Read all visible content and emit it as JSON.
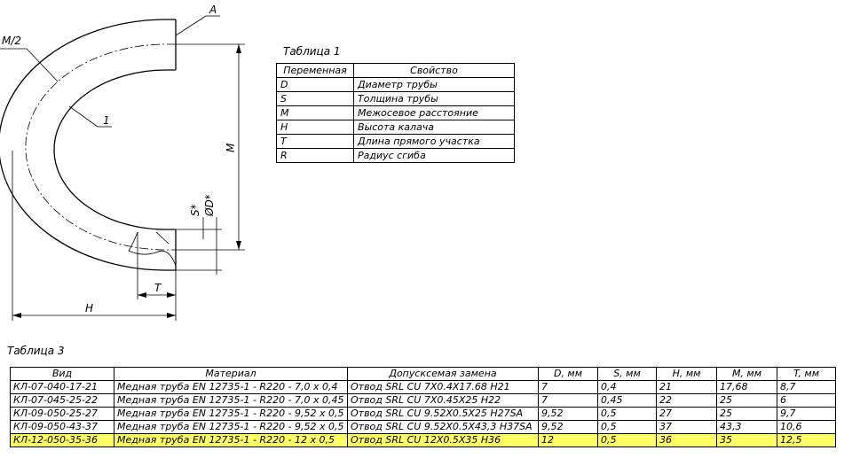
{
  "drawing": {
    "labels": {
      "a": "A",
      "m2": "M/2",
      "one": "1",
      "m": "M",
      "s": "S*",
      "d": "ØD*",
      "t": "T",
      "h": "H"
    }
  },
  "table1": {
    "caption": "Таблица 1",
    "header": [
      "Переменная",
      "Свойство"
    ],
    "rows": [
      [
        "D",
        "Диаметр трубы"
      ],
      [
        "S",
        "Толщина трубы"
      ],
      [
        "M",
        "Межосевое расстояние"
      ],
      [
        "H",
        "Высота калача"
      ],
      [
        "T",
        "Длина прямого участка"
      ],
      [
        "R",
        "Радиус сгиба"
      ]
    ]
  },
  "table3": {
    "caption": "Таблица 3",
    "header": [
      "Вид",
      "Материал",
      "Допусксемая замена",
      "D, мм",
      "S, мм",
      "H, мм",
      "M, мм",
      "T, мм"
    ],
    "rows": [
      [
        "КЛ-07-040-17-21",
        "Медная труба EN 12735-1 - R220 - 7,0 x 0,4",
        "Отвод SRL CU 7X0.4X17.68 H21",
        "7",
        "0,4",
        "21",
        "17,68",
        "8,7"
      ],
      [
        "КЛ-07-045-25-22",
        "Медная труба EN 12735-1 - R220 - 7,0 x 0,45",
        "Отвод SRL CU 7X0.45X25 H22",
        "7",
        "0,45",
        "22",
        "25",
        "6"
      ],
      [
        "КЛ-09-050-25-27",
        "Медная труба EN 12735-1 - R220 - 9,52 x 0,5",
        "Отвод SRL CU 9.52X0.5X25 H27SA",
        "9,52",
        "0,5",
        "27",
        "25",
        "9,7"
      ],
      [
        "КЛ-09-050-43-37",
        "Медная труба EN 12735-1 - R220 - 9,52 x 0,5",
        "Отвод SRL CU 9.52X0.5X43,3 H37SA",
        "9,52",
        "0,5",
        "37",
        "43,3",
        "10,6"
      ],
      [
        "КЛ-12-050-35-36",
        "Медная труба EN 12735-1 - R220 - 12 x 0,5",
        "Отвод SRL CU 12X0.5X35 H36",
        "12",
        "0,5",
        "36",
        "35",
        "12,5"
      ]
    ],
    "highlight_row": 4,
    "highlight_color": "#ffff66"
  }
}
